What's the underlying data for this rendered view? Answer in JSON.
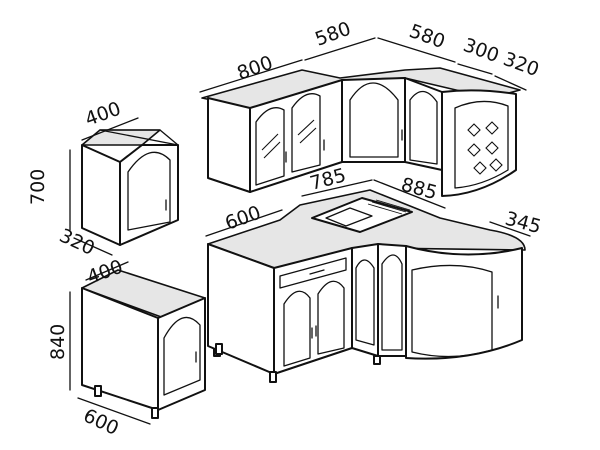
{
  "dimensions": {
    "upper_left_width": "800",
    "upper_corner_left": "580",
    "upper_corner_right": "580",
    "upper_glass_width": "300",
    "upper_glass_depth": "320",
    "wall_cabinet_width": "400",
    "wall_cabinet_height": "700",
    "wall_cabinet_depth": "320",
    "base_left_width": "600",
    "base_corner_left": "785",
    "base_corner_right": "885",
    "base_end_depth": "345",
    "floor_cabinet_width": "400",
    "floor_cabinet_height": "840",
    "floor_cabinet_depth": "600"
  },
  "colors": {
    "line": "#111111",
    "shade": "#e6e6e6",
    "background": "#ffffff"
  }
}
